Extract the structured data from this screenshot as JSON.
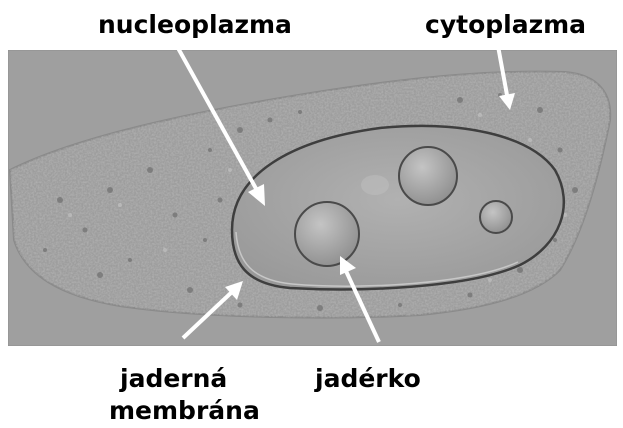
{
  "labels": {
    "nucleoplasm": "nucleoplazma",
    "cytoplasm": "cytoplazma",
    "membrane_line1": "jaderná",
    "membrane_line2": "membrána",
    "nucleolus": "jadérko"
  },
  "colors": {
    "background": "#ffffff",
    "photo_gray": "#a7a7a7",
    "text": "#000000",
    "arrow": "#ffffff"
  }
}
